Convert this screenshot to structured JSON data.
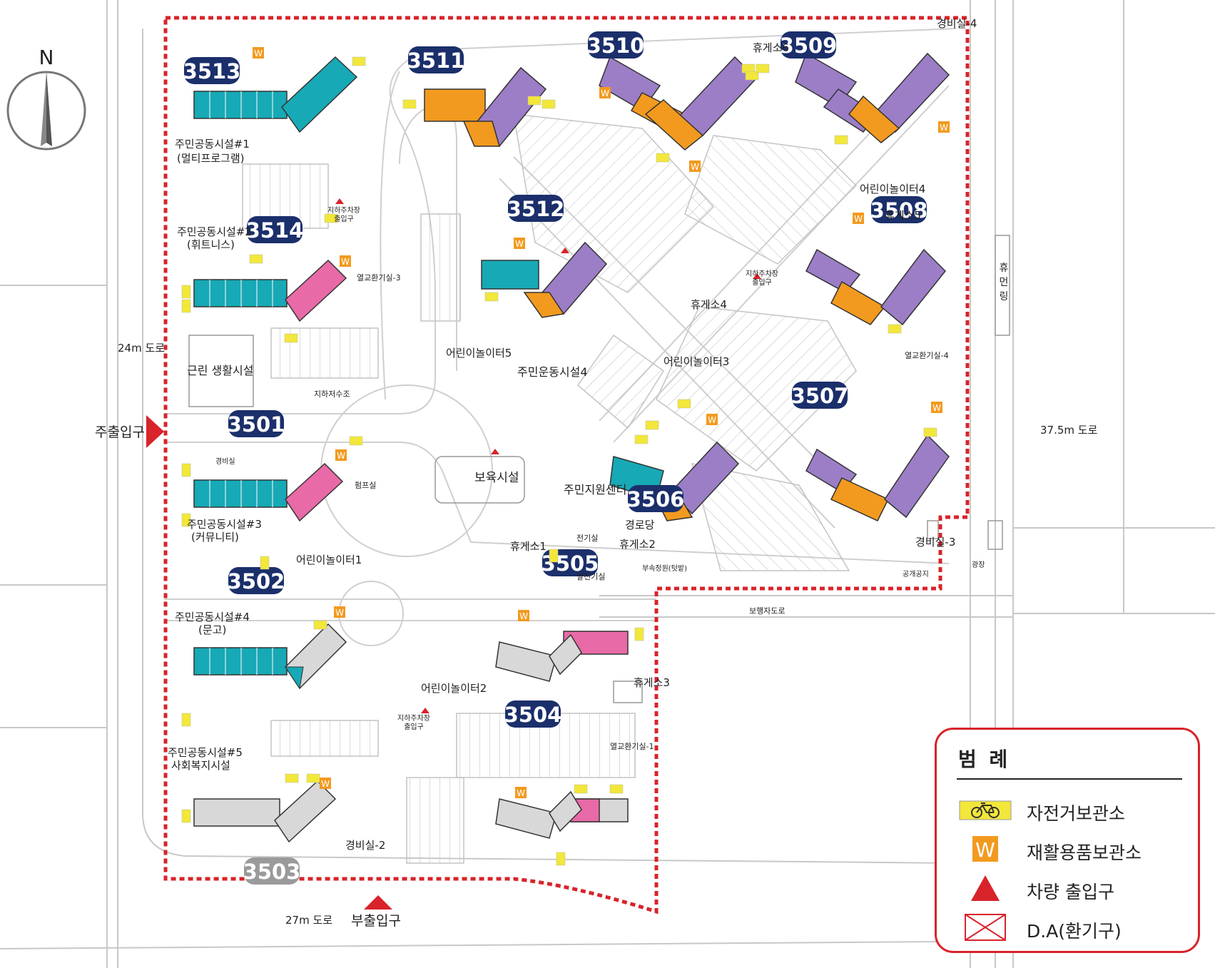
{
  "compass": {
    "label": "N"
  },
  "roads": {
    "west": "24m 도로",
    "east": "37.5m 도로",
    "south": "27m 도로",
    "pedestrian": "보행자도로",
    "greenway": "휴먼링"
  },
  "entrances": {
    "main": "주출입구",
    "sub": "부출입구"
  },
  "buildings": [
    {
      "id": "3513",
      "color": "teal"
    },
    {
      "id": "3511",
      "color": "orange-purple"
    },
    {
      "id": "3510",
      "color": "purple-orange"
    },
    {
      "id": "3509",
      "color": "purple-orange"
    },
    {
      "id": "3512",
      "color": "teal-purple"
    },
    {
      "id": "3514",
      "color": "teal-pink"
    },
    {
      "id": "3508",
      "color": "purple-orange"
    },
    {
      "id": "3507",
      "color": "purple-orange"
    },
    {
      "id": "3506",
      "color": "teal-purple"
    },
    {
      "id": "3501",
      "color": "teal-pink"
    },
    {
      "id": "3502",
      "color": "teal-gray"
    },
    {
      "id": "3505",
      "color": "gray-pink"
    },
    {
      "id": "3504",
      "color": "gray-pink"
    },
    {
      "id": "3503",
      "color": "gray"
    }
  ],
  "places": {
    "c1": "주민공동시설#1",
    "c1sub": "(멀티프로그램)",
    "c2": "주민공동시설#2",
    "c2sub": "(휘트니스)",
    "c3": "주민공동시설#3",
    "c3sub": "(커뮤니티)",
    "c4": "주민공동시설#4",
    "c4sub": "(문고)",
    "c5": "주민공동시설#5",
    "c5sub": "사회복지시설",
    "retail": "근린 생활시설",
    "daycare": "보육시설",
    "support": "주민지원센터",
    "senior": "경로당",
    "sports": "주민운동시설4",
    "play1": "어린이놀이터1",
    "play2": "어린이놀이터2",
    "play3": "어린이놀이터3",
    "play4": "어린이놀이터4",
    "play5": "어린이놀이터5",
    "rest1": "휴게소1",
    "rest2": "휴게소2",
    "rest3": "휴게소3",
    "rest4": "휴게소4",
    "rest5": "휴게소5",
    "rest6": "휴게소6",
    "guard2": "경비실-2",
    "guard3": "경비실-3",
    "guard4": "경비실-4",
    "guard1": "경비실",
    "parking_entry": "지하주차장\n출입구",
    "vent1": "열교환기실-1",
    "vent3": "열교환기실-3",
    "vent4": "열교환기실-4",
    "pump": "펌프실",
    "elec": "전기실",
    "gen": "발전기실",
    "tank": "지하저수조",
    "garden": "부속정원(텃밭)",
    "openspace": "공개공지",
    "plaza": "광장"
  },
  "legend": {
    "title": "범 례",
    "items": [
      {
        "label": "자전거보관소",
        "icon": "bicycle-icon"
      },
      {
        "label": "재활용품보관소",
        "icon": "recycle-w-icon",
        "glyph": "W"
      },
      {
        "label": "차량 출입구",
        "icon": "vehicle-entrance-triangle-icon"
      },
      {
        "label": "D.A(환기구)",
        "icon": "ventilation-x-icon"
      }
    ]
  },
  "colors": {
    "teal": "#17a9b5",
    "purple": "#9c7ec7",
    "orange": "#f29a1f",
    "pink": "#e86aa6",
    "gray": "#cfcfcf",
    "navy": "#1b2f6b",
    "red": "#d8232a",
    "bike_yellow": "#f2e73a"
  }
}
